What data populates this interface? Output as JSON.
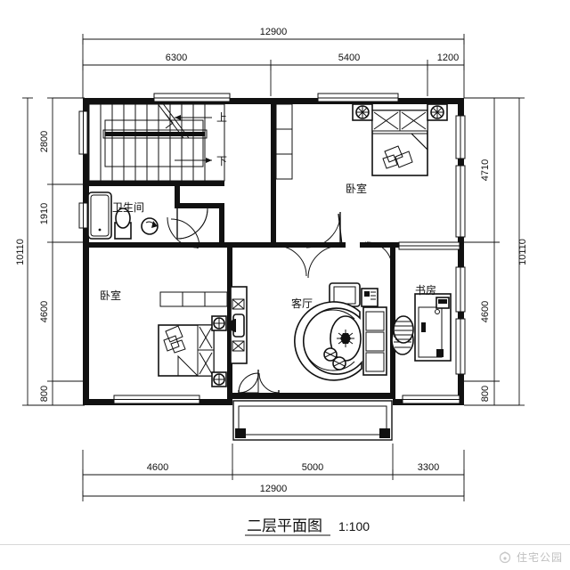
{
  "drawing": {
    "title": "二层平面图",
    "scale": "1:100",
    "watermark": "住宅公园",
    "watermark_icon": "logo-icon"
  },
  "dimensions": {
    "top_overall": "12900",
    "top_segments": [
      "6300",
      "5400",
      "1200"
    ],
    "bottom_overall": "12900",
    "bottom_segments": [
      "4600",
      "5000",
      "3300"
    ],
    "left_overall": "10110",
    "left_segments": [
      "2800",
      "1910",
      "4600",
      "800"
    ],
    "right_overall": "10110",
    "right_segments": [
      "4710",
      "4600",
      "800"
    ]
  },
  "rooms": [
    {
      "id": "stair",
      "label": "",
      "name": "stairwell"
    },
    {
      "id": "bathroom",
      "label": "卫生间",
      "name": "bathroom"
    },
    {
      "id": "bedroom_ne",
      "label": "卧室",
      "name": "bedroom-northeast"
    },
    {
      "id": "bedroom_sw",
      "label": "卧室",
      "name": "bedroom-southwest"
    },
    {
      "id": "living",
      "label": "客厅",
      "name": "living-room"
    },
    {
      "id": "study",
      "label": "书房",
      "name": "study-room"
    }
  ],
  "stair_marks": {
    "up": "上",
    "down": "下"
  },
  "colors": {
    "line": "#111111",
    "paper": "#ffffff",
    "watermark": "#8c8c8c"
  }
}
